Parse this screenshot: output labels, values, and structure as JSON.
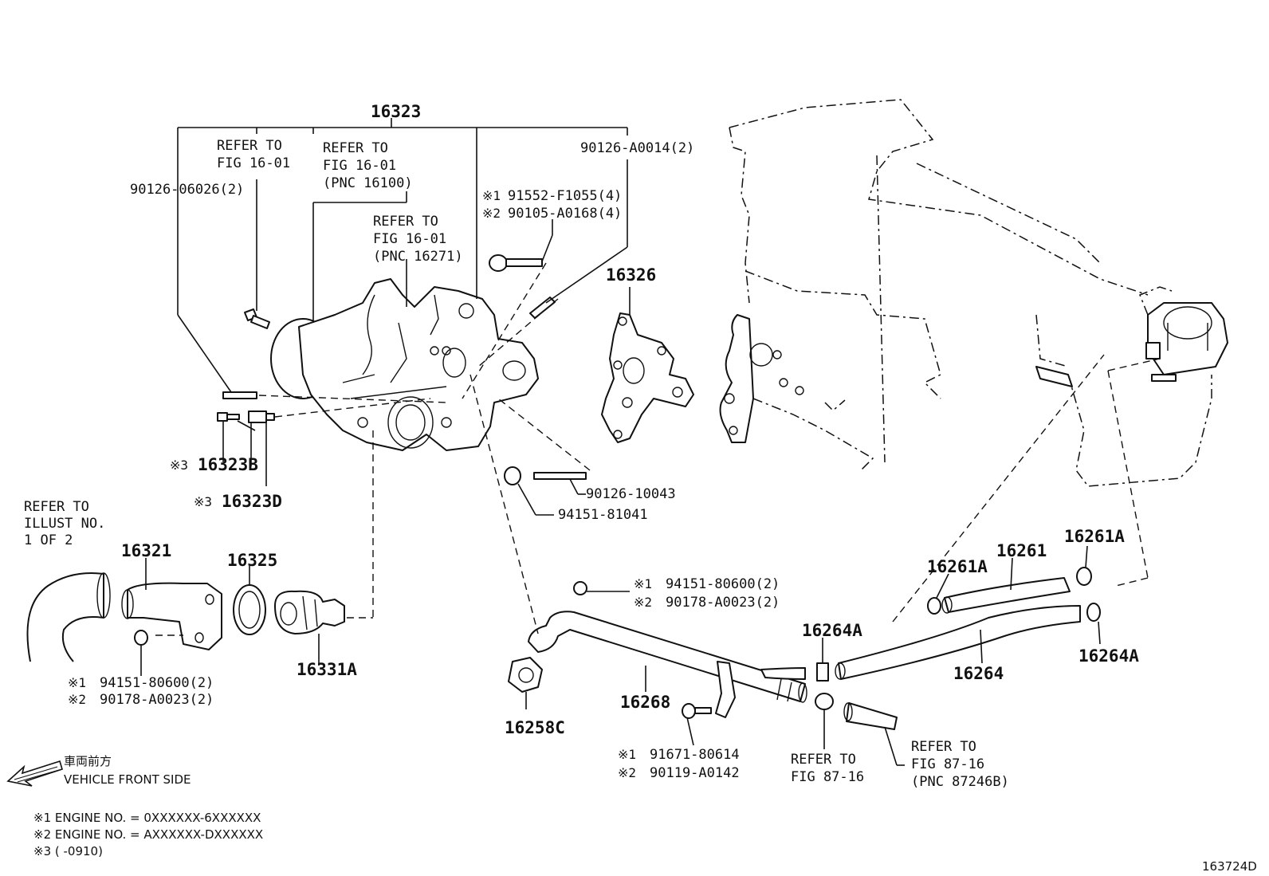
{
  "labels": {
    "p16323": "16323",
    "p16326": "16326",
    "p16323B": "16323B",
    "p16323D": "16323D",
    "p16321": "16321",
    "p16325": "16325",
    "p16331A": "16331A",
    "p16268": "16268",
    "p16258C": "16258C",
    "p16261A_left": "16261A",
    "p16261": "16261",
    "p16261A_right": "16261A",
    "p16264A_top": "16264A",
    "p16264": "16264",
    "p16264A_right": "16264A",
    "bolt_90126_06026": "90126-06026(2)",
    "bolt_90126_A0014": "90126-A0014(2)",
    "bolt_91552": "91552-F1055(4)",
    "bolt_90105": "90105-A0168(4)",
    "stud_90126_10043": "90126-10043",
    "nut_94151_81041": "94151-81041",
    "pipe_nut_1": "94151-80600(2)",
    "pipe_nut_2": "90178-A0023(2)",
    "inlet_nut_1": "94151-80600(2)",
    "inlet_nut_2": "90178-A0023(2)",
    "bracket_bolt_1": "91671-80614",
    "bracket_bolt_2": "90119-A0142",
    "mark1": "※1",
    "mark2": "※2",
    "mark3": "※3",
    "refer_a_1": "REFER TO",
    "refer_a_2": "FIG 16-01",
    "refer_b_1": "REFER TO",
    "refer_b_2": "FIG 16-01",
    "refer_b_3": "(PNC 16100)",
    "refer_c_1": "REFER TO",
    "refer_c_2": "FIG 16-01",
    "refer_c_3": "(PNC 16271)",
    "refer_illust_1": "REFER TO",
    "refer_illust_2": "ILLUST NO.",
    "refer_illust_3": "1 OF 2",
    "refer_87_1": "REFER TO",
    "refer_87_2": "FIG 87-16",
    "refer_87b_1": "REFER TO",
    "refer_87b_2": "FIG 87-16",
    "refer_87b_3": "(PNC 87246B)",
    "front_jp": "車両前方",
    "front_en": "VEHICLE FRONT SIDE",
    "footnote_1": "※1 ENGINE NO. = 0XXXXXX-6XXXXXX",
    "footnote_2": "※2 ENGINE NO. = AXXXXXX-DXXXXXX",
    "footnote_3": "※3 (      -0910)",
    "figure_id": "163724D"
  }
}
